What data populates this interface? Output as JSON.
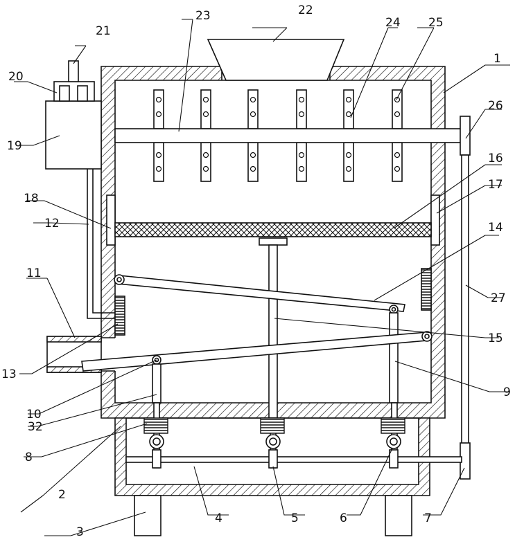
{
  "figure": {
    "type": "mechanical-patent-drawing",
    "line_color": "#111111",
    "background": "#ffffff"
  },
  "labels": {
    "l1": "1",
    "l2": "2",
    "l3": "3",
    "l4": "4",
    "l5": "5",
    "l6": "6",
    "l7": "7",
    "l8": "8",
    "l9": "9",
    "l10": "10",
    "l11": "11",
    "l12": "12",
    "l13": "13",
    "l14": "14",
    "l15": "15",
    "l16": "16",
    "l17": "17",
    "l18": "18",
    "l19": "19",
    "l20": "20",
    "l21": "21",
    "l22": "22",
    "l23": "23",
    "l24": "24",
    "l25": "25",
    "l26": "26",
    "l27": "27",
    "l32": "32"
  }
}
